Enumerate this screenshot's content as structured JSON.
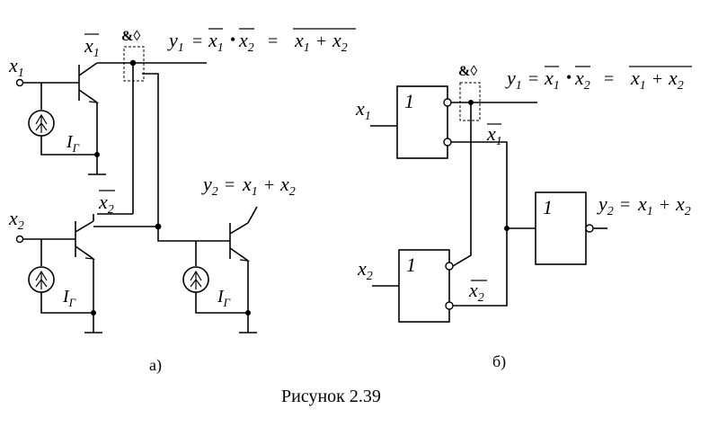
{
  "figure_caption": "Рисунок 2.39",
  "panel_a": {
    "label": "а)",
    "input_x1": "x",
    "input_x1_sub": "1",
    "input_x2": "x",
    "input_x2_sub": "2",
    "not_x1": "x",
    "not_x1_sub": "1",
    "not_x2": "x",
    "not_x2_sub": "2",
    "and_mark": "&",
    "y1_lhs": "y",
    "y1_lhs_sub": "1",
    "y1_eq": "=",
    "y1_a": "x",
    "y1_a_sub": "1",
    "y1_dot": "•",
    "y1_b": "x",
    "y1_b_sub": "2",
    "y1_eq2": "=",
    "y1_c": "x",
    "y1_c_sub": "1",
    "y1_plus": "+",
    "y1_d": "x",
    "y1_d_sub": "2",
    "y2_lhs": "y",
    "y2_lhs_sub": "2",
    "y2_eq": "=",
    "y2_a": "x",
    "y2_a_sub": "1",
    "y2_plus": "+",
    "y2_b": "x",
    "y2_b_sub": "2",
    "ig1": "I",
    "ig1_sub": "Г",
    "ig2": "I",
    "ig2_sub": "Г",
    "ig3": "I",
    "ig3_sub": "Г"
  },
  "panel_b": {
    "label": "б)",
    "input_x1": "x",
    "input_x1_sub": "1",
    "input_x2": "x",
    "input_x2_sub": "2",
    "gate1": "1",
    "gate2": "1",
    "gate3": "1",
    "not_x1": "x",
    "not_x1_sub": "1",
    "not_x2": "x",
    "not_x2_sub": "2",
    "and_mark": "&",
    "y1_lhs": "y",
    "y1_lhs_sub": "1",
    "y1_eq": "=",
    "y1_a": "x",
    "y1_a_sub": "1",
    "y1_dot": "•",
    "y1_b": "x",
    "y1_b_sub": "2",
    "y1_eq2": "=",
    "y1_c": "x",
    "y1_c_sub": "1",
    "y1_plus": "+",
    "y1_d": "x",
    "y1_d_sub": "2",
    "y2_lhs": "y",
    "y2_lhs_sub": "2",
    "y2_eq": "=",
    "y2_a": "x",
    "y2_a_sub": "1",
    "y2_plus": "+",
    "y2_b": "x",
    "y2_b_sub": "2"
  }
}
